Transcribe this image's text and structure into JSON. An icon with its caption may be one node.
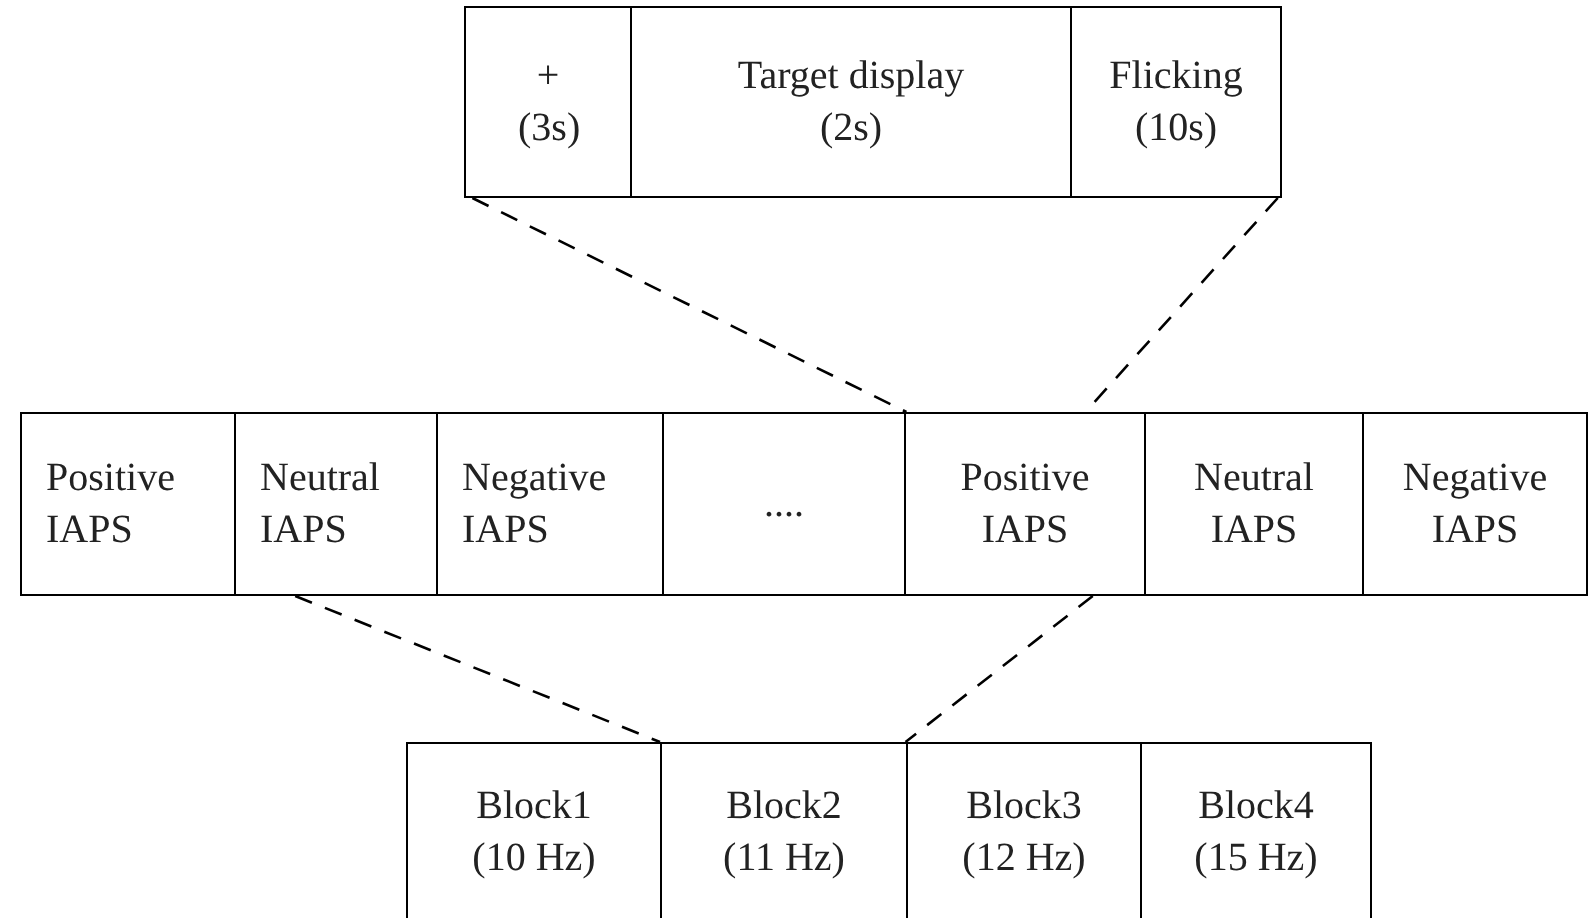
{
  "diagram": {
    "nodes": [
      {
        "text": [
          "+ (3s)"
        ]
      },
      {
        "text": [
          "Target display (2s)"
        ]
      },
      {
        "text": [
          "Flicking (10s)"
        ]
      },
      {
        "text": [
          "Positive IAPS"
        ]
      },
      {
        "text": [
          "Neutral IAPS"
        ]
      },
      {
        "text": [
          "Negative IAPS"
        ]
      },
      {
        "text": [
          "...."
        ]
      },
      {
        "text": [
          "Positive IAPS"
        ]
      },
      {
        "text": [
          "Neutral IAPS"
        ]
      },
      {
        "text": [
          "Negative IAPS"
        ]
      },
      {
        "text": [
          "Block1 (10 Hz)"
        ]
      },
      {
        "text": [
          "Block2 (11 Hz)"
        ]
      },
      {
        "text": [
          "Block3 (12 Hz)"
        ]
      },
      {
        "text": [
          "Block4 (15 Hz)"
        ]
      }
    ],
    "edges": [
      {
        "from": 0,
        "to": 7,
        "arrow": "none",
        "style": "dashed"
      },
      {
        "from": 2,
        "to": 7,
        "arrow": "none",
        "style": "dashed"
      },
      {
        "from": 4,
        "to": 11,
        "arrow": "none",
        "style": "dashed"
      },
      {
        "from": 7,
        "to": 11,
        "arrow": "none",
        "style": "dashed"
      }
    ]
  }
}
